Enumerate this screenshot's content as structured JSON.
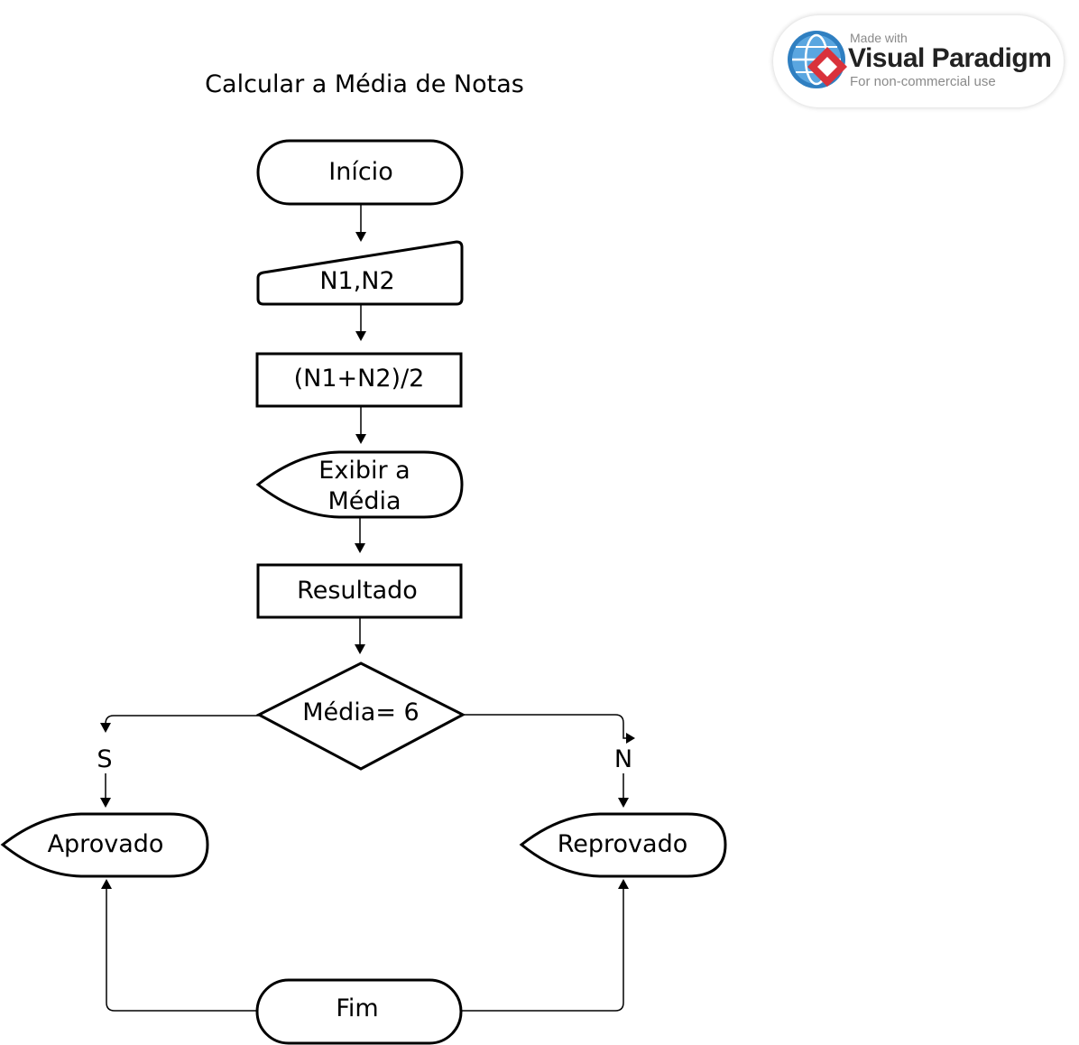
{
  "diagram": {
    "title": "Calcular a Média de Notas",
    "nodes": {
      "start": "Início",
      "input": "N1,N2",
      "process": "(N1+N2)/2",
      "display_line1": "Exibir a",
      "display_line2": "Média",
      "result": "Resultado",
      "decision": "Média= 6",
      "approved": "Aprovado",
      "failed": "Reprovado",
      "end": "Fim"
    },
    "edge_labels": {
      "yes": "S",
      "no": "N"
    }
  },
  "watermark": {
    "made_with": "Made with",
    "brand": "Visual Paradigm",
    "note": "For non-commercial use"
  },
  "colors": {
    "line": "#000000",
    "background": "#ffffff",
    "logo_red": "#d9323b",
    "logo_blue": "#2f7fc1"
  }
}
